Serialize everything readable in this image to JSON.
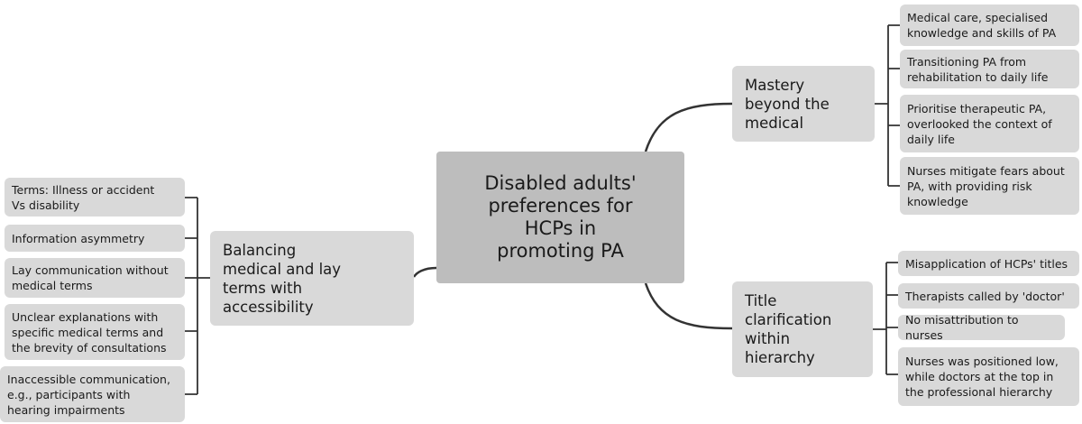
{
  "diagram": {
    "root": {
      "text": "Disabled adults'\npreferences for\nHCPs in\npromoting PA"
    },
    "branches": [
      {
        "text": "Mastery\nbeyond the\nmedical",
        "leaves": [
          "Medical care, specialised\nknowledge and skills of PA",
          "Transitioning PA from\nrehabilitation to daily life",
          "Prioritise therapeutic PA,\noverlooked the context of\ndaily life",
          "Nurses mitigate fears about\nPA, with providing risk\nknowledge"
        ]
      },
      {
        "text": "Title\nclarification\nwithin\nhierarchy",
        "leaves": [
          "Misapplication of HCPs' titles",
          "Therapists called by 'doctor'",
          "No misattribution to nurses",
          "Nurses was positioned low,\nwhile doctors at the top in\nthe professional hierarchy"
        ]
      },
      {
        "text": "Balancing\nmedical and lay\nterms with\naccessibility",
        "leaves": [
          "Terms: Illness or accident\nVs disability",
          "Information asymmetry",
          "Lay communication without\nmedical terms",
          "Unclear explanations with\nspecific medical terms and\nthe brevity of consultations",
          "Inaccessible communication,\ne.g., participants with\nhearing impairments"
        ]
      }
    ]
  },
  "colors": {
    "root_fill": "#bdbdbd",
    "node_fill": "#d9d9d9",
    "line": "#333333"
  }
}
